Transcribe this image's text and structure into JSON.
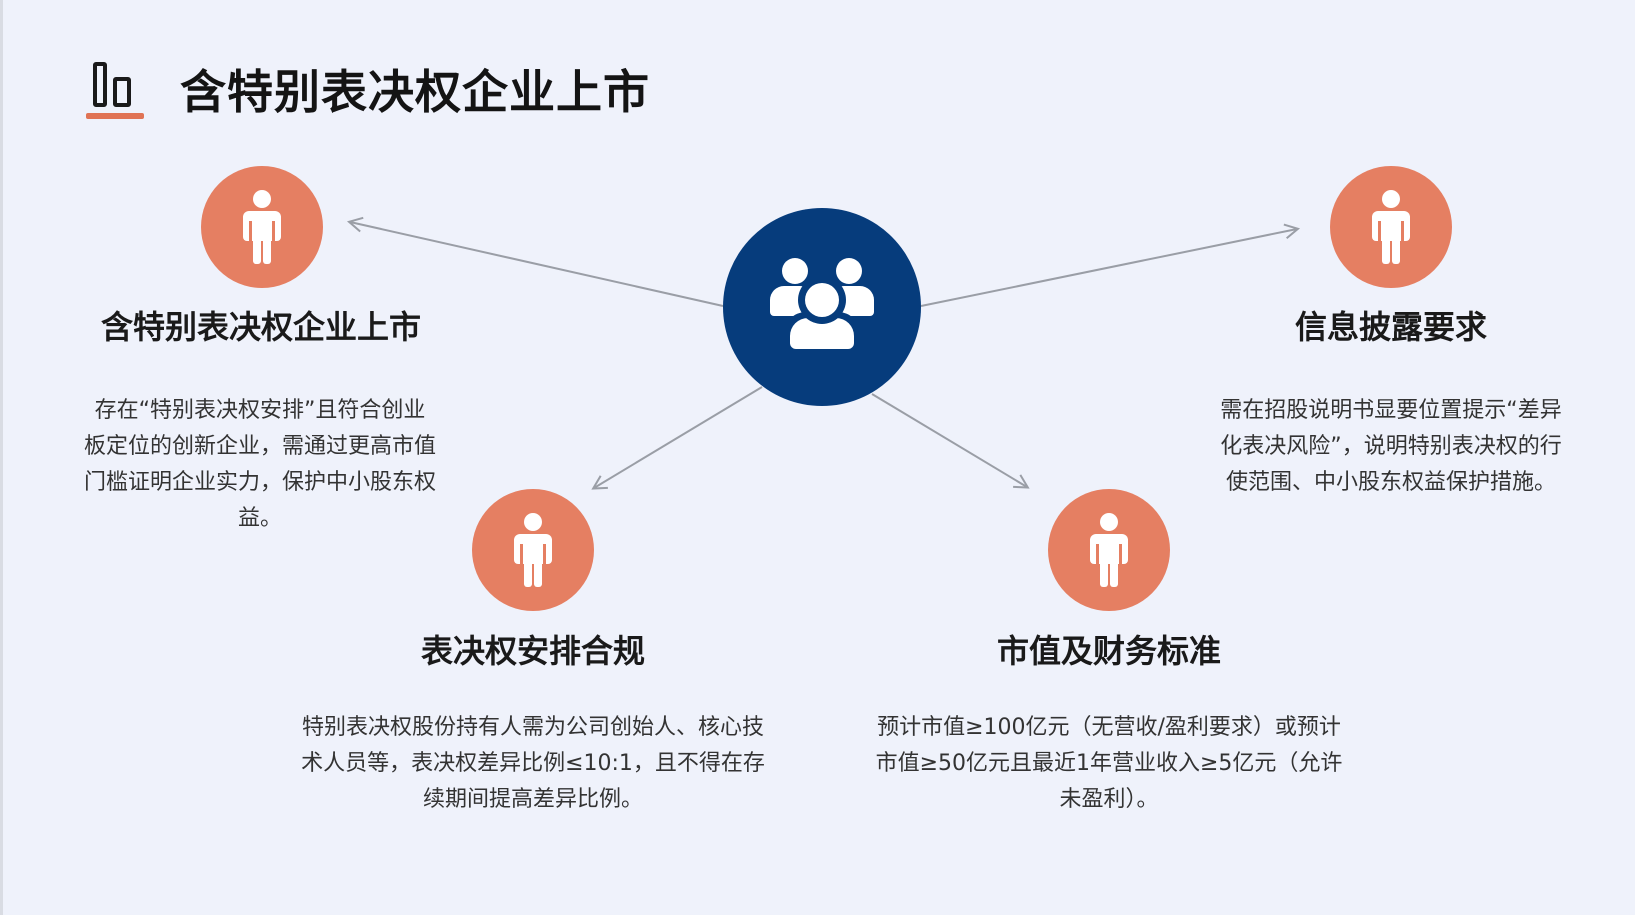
{
  "page": {
    "title": "含特别表决权企业上市"
  },
  "colors": {
    "background": "#eff2fb",
    "node_accent": "#e57f62",
    "center_fill": "#063c7c",
    "arrow": "#9a9ea6",
    "logo_underline": "#e07355"
  },
  "icons": {
    "logo": "bar-chart-icon",
    "center": "user-group-icon",
    "node": "person-icon"
  },
  "nodes": [
    {
      "title": "含特别表决权企业上市",
      "lines": [
        "存在“特别表决权安排”且符合创业",
        "板定位的创新企业，需通过更高市值",
        "门槛证明企业实力，保护中小股东权",
        "益。"
      ]
    },
    {
      "title": "信息披露要求",
      "lines": [
        "需在招股说明书显要位置提示“差异",
        "化表决风险”，说明特别表决权的行",
        "使范围、中小股东权益保护措施。"
      ]
    },
    {
      "title": "表决权安排合规",
      "lines": [
        "特别表决权股份持有人需为公司创始人、核心技",
        "术人员等，表决权差异比例≤10:1，且不得在存",
        "续期间提高差异比例。"
      ]
    },
    {
      "title": "市值及财务标准",
      "lines": [
        "预计市值≥100亿元（无营收/盈利要求）或预计",
        "市值≥50亿元且最近1年营业收入≥5亿元（允许",
        "未盈利）。"
      ]
    }
  ]
}
